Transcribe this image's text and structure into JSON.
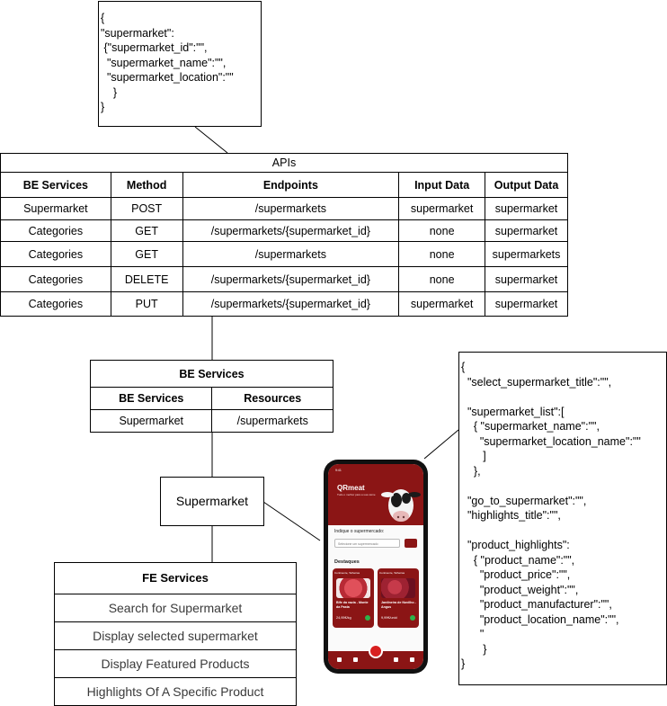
{
  "top_json_box": {
    "text": "{\n\"supermarket\":\n {\"supermarket_id\":\"\",\n  \"supermarket_name\":\"\",\n  \"supermarket_location\":\"\"\n    }\n}"
  },
  "apis_table": {
    "title": "APIs",
    "headers": [
      "BE Services",
      "Method",
      "Endpoints",
      "Input Data",
      "Output Data"
    ],
    "rows": [
      [
        "Supermarket",
        "POST",
        "/supermarkets",
        "supermarket",
        "supermarket"
      ],
      [
        "Categories",
        "GET",
        "/supermarkets/{supermarket_id}",
        "none",
        "supermarket"
      ],
      [
        "Categories",
        "GET",
        "/supermarkets",
        "none",
        "supermarkets"
      ],
      [
        "Categories",
        "DELETE",
        "/supermarkets/{supermarket_id}",
        "none",
        "supermarket"
      ],
      [
        "Categories",
        "PUT",
        "/supermarkets/{supermarket_id}",
        "supermarket",
        "supermarket"
      ]
    ]
  },
  "be_services_table": {
    "title": "BE Services",
    "headers": [
      "BE Services",
      "Resources"
    ],
    "rows": [
      [
        "Supermarket",
        "/supermarkets"
      ]
    ]
  },
  "supermarket_node": {
    "label": "Supermarket"
  },
  "fe_services": {
    "title": "FE Services",
    "items": [
      "Search for Supermarket",
      "Display selected supermarket",
      "Display Featured Products",
      "Highlights Of A Specific Product"
    ]
  },
  "right_json_box": {
    "text": "{\n  \"select_supermarket_title\":\"\",\n\n  \"supermarket_list\":[\n    { \"supermarket_name\":\"\",\n      \"supermarket_location_name\":\"\"\n       ]\n    },\n\n  \"go_to_supermarket\":\"\",\n  \"highlights_title\":\"\",\n\n  \"product_highlights\":\n    { \"product_name\":\"\",\n      \"product_price\":\"\",\n      \"product_weight\":\"\",\n      \"product_manufacturer\":\"\",\n      \"product_location_name\":\"\",\n      \"\n       }\n}"
  },
  "phone": {
    "status_time": "9:41",
    "logo": "QRmeat",
    "tagline": "Tudo o melhor para a sua carne",
    "select_label": "Indique o supermercado:",
    "select_placeholder": "Selecione um supermercado",
    "highlights_title": "Destaques",
    "cards": [
      {
        "tag": "Continente, Telheiras",
        "name": "Bife da vazia - Monte da Pasta",
        "price": "24,95€/kg"
      },
      {
        "tag": "Continente, Telheiras",
        "name": "Jardineira de Novilho - Angus",
        "price": "9,99€/unid"
      }
    ],
    "accent": "#8b1515"
  }
}
